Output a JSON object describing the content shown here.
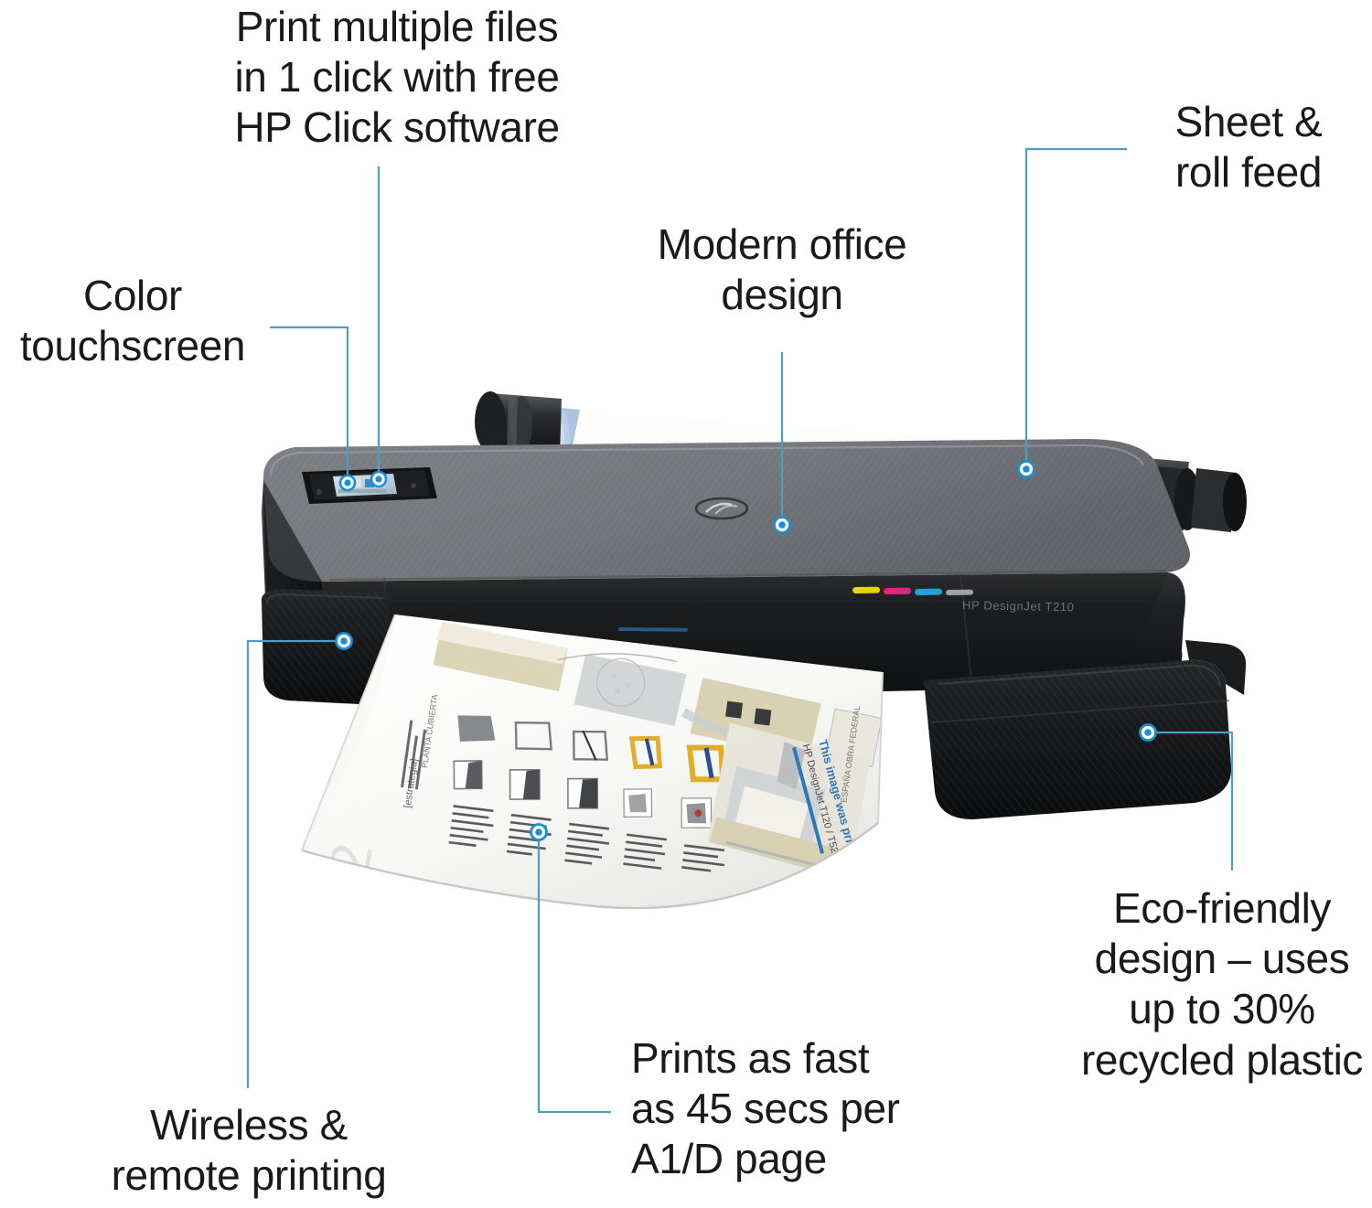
{
  "image": {
    "subject": "HP DesignJet T210 large-format printer",
    "background_color": "#ffffff",
    "accent_color": "#2491d3",
    "text_color": "#1a1a1a"
  },
  "product": {
    "model_label": "HP DesignJet T210",
    "logo": "hp-logo",
    "ink_colors": [
      "#e8d40a",
      "#e0277f",
      "#22a3d8",
      "#9fa3a6"
    ],
    "body_color": "#151617",
    "lid_color": "#6e7175",
    "roll_color": "#f2f2f0"
  },
  "callouts": [
    {
      "id": "hp-click",
      "text": "Print multiple files\nin 1 click with free\nHP Click software",
      "align": "center"
    },
    {
      "id": "touchscreen",
      "text": "Color\ntouchscreen",
      "align": "center"
    },
    {
      "id": "modern-design",
      "text": "Modern office\ndesign",
      "align": "center"
    },
    {
      "id": "sheet-roll-feed",
      "text": "Sheet &\nroll feed",
      "align": "center"
    },
    {
      "id": "eco-friendly",
      "text": "Eco-friendly\ndesign – uses\nup to 30%\nrecycled plastic",
      "align": "center"
    },
    {
      "id": "print-speed",
      "text": "Prints as fast\nas 45 secs per\nA1/D page",
      "align": "left"
    },
    {
      "id": "wireless",
      "text": "Wireless &\nremote printing",
      "align": "center"
    }
  ]
}
